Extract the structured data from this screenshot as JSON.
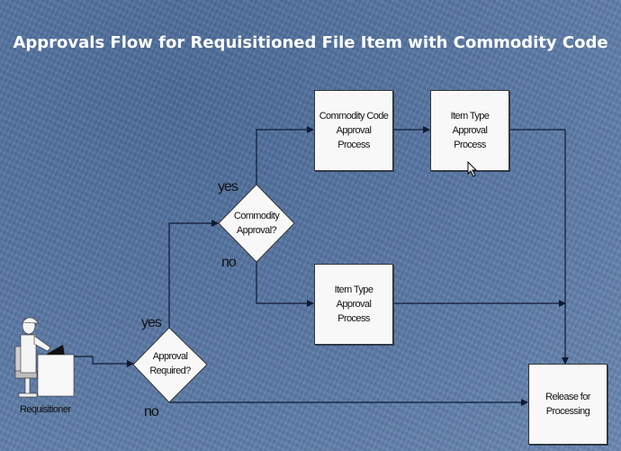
{
  "title": "Approvals Flow for Requisitioned File Item with Commodity Code",
  "actor": {
    "label": "Requisitioner",
    "icon": "person-at-desk-icon"
  },
  "decisions": {
    "approval_required": {
      "text": "Approval\nRequired?",
      "yes_label": "yes",
      "no_label": "no"
    },
    "commodity_approval": {
      "text": "Commodity\nApproval?",
      "yes_label": "yes",
      "no_label": "no"
    }
  },
  "processes": {
    "commodity_code_approval": "Commodity Code\nApproval\nProcess",
    "item_type_approval_top": "Item Type\nApproval\nProcess",
    "item_type_approval_bottom": "Item Type\nApproval\nProcess",
    "release": "Release for\nProcessing"
  },
  "colors": {
    "background": "#5b7aa6",
    "shape_fill": "#f8f8f8",
    "connector": "#0f1a33",
    "title_text": "#ffffff"
  }
}
